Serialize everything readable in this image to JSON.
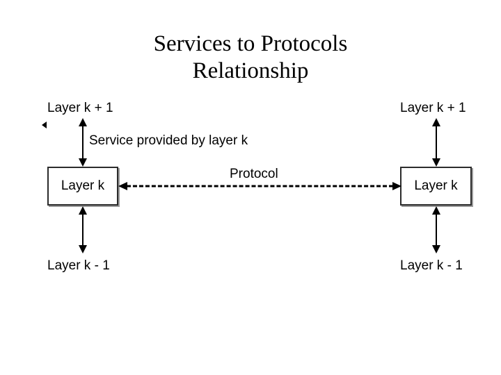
{
  "slide": {
    "title": "Services to Protocols\nRelationship",
    "background_color": "#ffffff",
    "text_color": "#000000"
  },
  "diagram": {
    "type": "layered-protocol-stack",
    "left_stack": {
      "upper_label": "Layer k + 1",
      "box_label": "Layer k",
      "lower_label": "Layer k - 1"
    },
    "right_stack": {
      "upper_label": "Layer k + 1",
      "box_label": "Layer k",
      "lower_label": "Layer k - 1"
    },
    "service_label": "Service provided by layer k",
    "protocol_label": "Protocol",
    "box_border_color": "#2b2b2b",
    "arrow_color": "#000000"
  }
}
